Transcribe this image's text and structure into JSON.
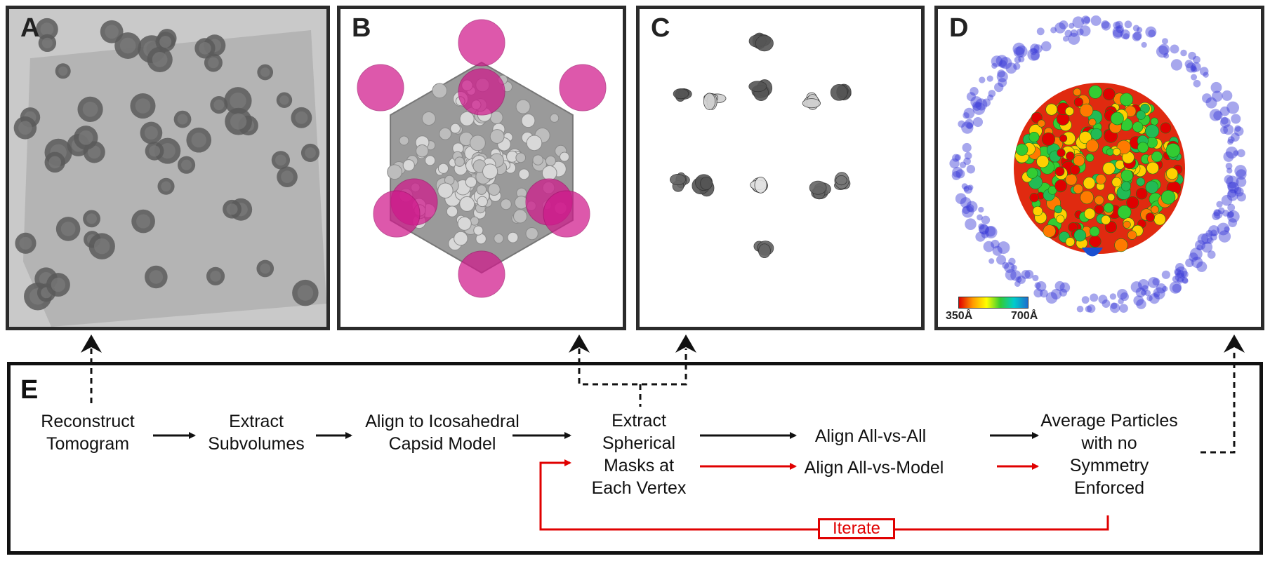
{
  "panels": {
    "a": {
      "letter": "A"
    },
    "b": {
      "letter": "B"
    },
    "c": {
      "letter": "C"
    },
    "d": {
      "letter": "D",
      "colorbar": {
        "min_label": "350Å",
        "max_label": "700Å",
        "colors": [
          "#e00000",
          "#ff9900",
          "#ffff00",
          "#33cc33",
          "#00cccc",
          "#1e6ecd"
        ]
      }
    },
    "e": {
      "letter": "E"
    }
  },
  "workflow": {
    "steps": [
      {
        "line1": "Reconstruct",
        "line2": "Tomogram"
      },
      {
        "line1": "Extract",
        "line2": "Subvolumes"
      },
      {
        "line1": "Align to Icosahedral",
        "line2": "Capsid Model"
      },
      {
        "line1": "Extract",
        "line2": "Spherical",
        "line3": "Masks at",
        "line4": "Each Vertex"
      },
      {
        "line1": "Align All-vs-All",
        "line2": "Align All-vs-Model"
      },
      {
        "line1": "Average Particles",
        "line2": "with no",
        "line3": "Symmetry",
        "line4": "Enforced"
      }
    ],
    "iterate_label": "Iterate"
  },
  "colors": {
    "frame": "#2b2b2b",
    "arrow": "#111111",
    "iterate": "#e00000",
    "mask_sphere": "#d0198c",
    "outer_shell": "#3b3bd6"
  }
}
